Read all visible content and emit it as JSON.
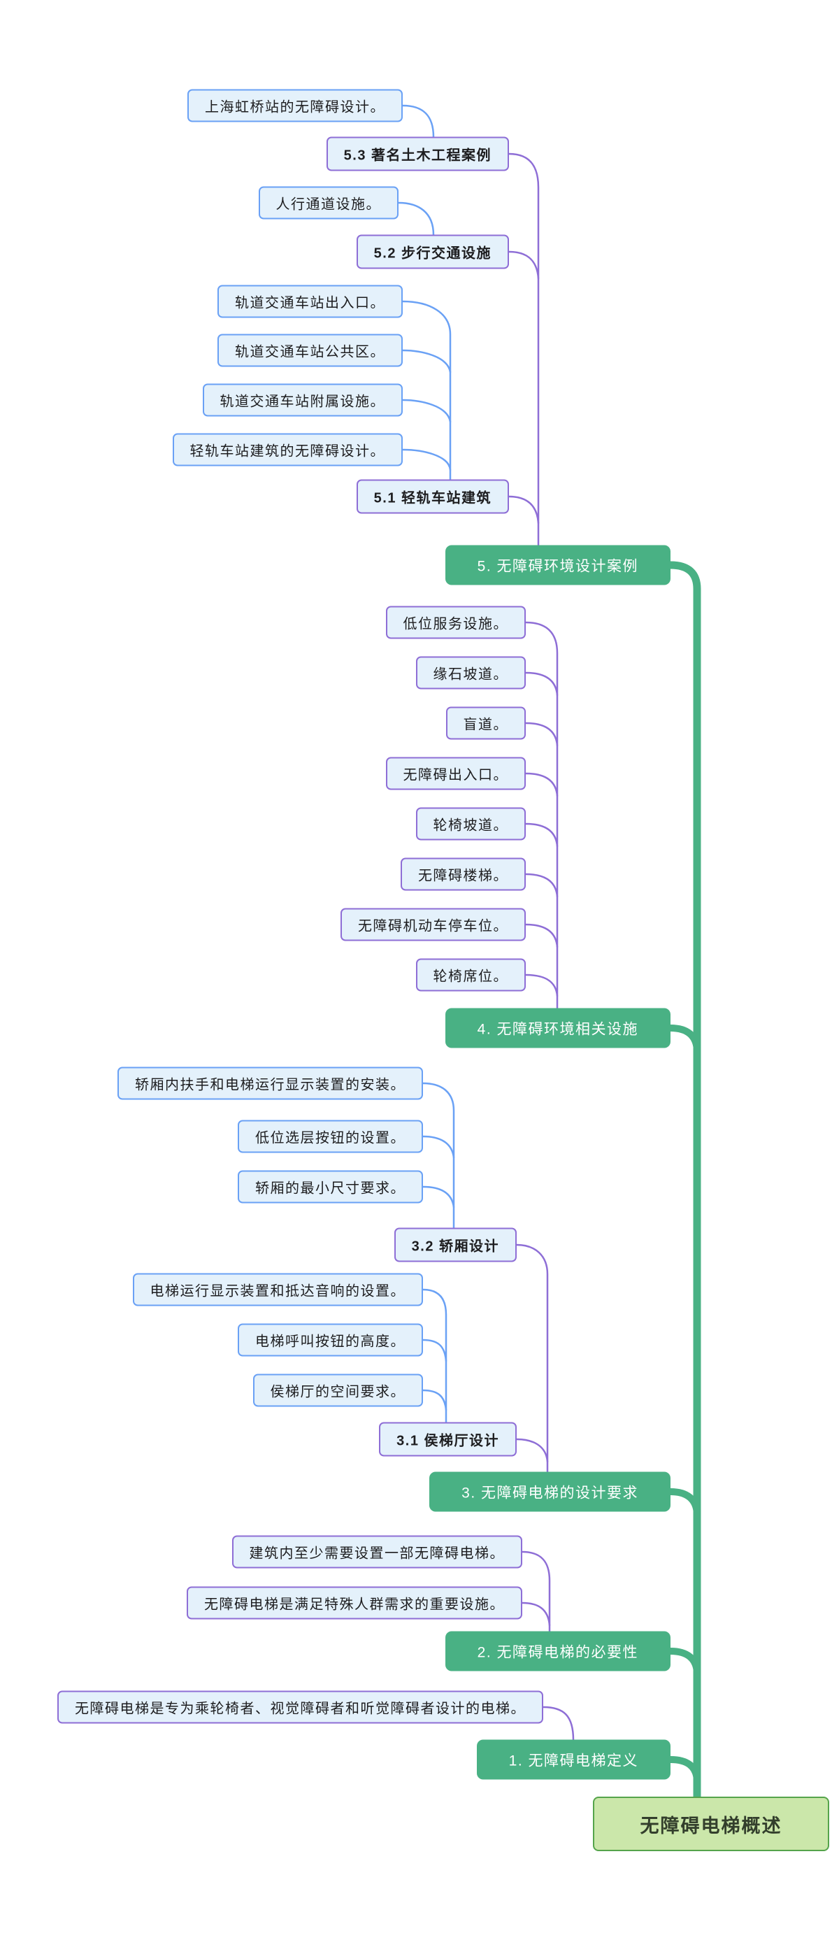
{
  "colors": {
    "branch_green": "#49b184",
    "level2_purple": "#8e6ed6",
    "level3_blue": "#6aa1f5",
    "node_fill_blue": "#e4f1fb",
    "section_fill_green": "#49b184",
    "section_text": "#ffffff",
    "root_fill": "#cbe7aa",
    "root_border": "#55a44b",
    "node_text": "#1d1d1f"
  },
  "mindmap": {
    "type": "mindmap",
    "root": {
      "id": "root",
      "label": "无障碍电梯概述",
      "children": [
        {
          "id": "sec5",
          "label": "5. 无障碍环境设计案例",
          "children": [
            {
              "id": "s53",
              "label": "5.3 著名土木工程案例",
              "children": [
                {
                  "id": "l531",
                  "label": "上海虹桥站的无障碍设计。"
                }
              ]
            },
            {
              "id": "s52",
              "label": "5.2 步行交通设施",
              "children": [
                {
                  "id": "l521",
                  "label": "人行通道设施。"
                }
              ]
            },
            {
              "id": "s51",
              "label": "5.1 轻轨车站建筑",
              "children": [
                {
                  "id": "l511",
                  "label": "轨道交通车站出入口。"
                },
                {
                  "id": "l512",
                  "label": "轨道交通车站公共区。"
                },
                {
                  "id": "l513",
                  "label": "轨道交通车站附属设施。"
                },
                {
                  "id": "l514",
                  "label": "轻轨车站建筑的无障碍设计。"
                }
              ]
            }
          ]
        },
        {
          "id": "sec4",
          "label": "4. 无障碍环境相关设施",
          "children": [
            {
              "id": "i41",
              "label": "低位服务设施。"
            },
            {
              "id": "i42",
              "label": "缘石坡道。"
            },
            {
              "id": "i43",
              "label": "盲道。"
            },
            {
              "id": "i44",
              "label": "无障碍出入口。"
            },
            {
              "id": "i45",
              "label": "轮椅坡道。"
            },
            {
              "id": "i46",
              "label": "无障碍楼梯。"
            },
            {
              "id": "i47",
              "label": "无障碍机动车停车位。"
            },
            {
              "id": "i48",
              "label": "轮椅席位。"
            }
          ]
        },
        {
          "id": "sec3",
          "label": "3. 无障碍电梯的设计要求",
          "children": [
            {
              "id": "s32",
              "label": "3.2 轿厢设计",
              "children": [
                {
                  "id": "l321",
                  "label": "轿厢内扶手和电梯运行显示装置的安装。"
                },
                {
                  "id": "l322",
                  "label": "低位选层按钮的设置。"
                },
                {
                  "id": "l323",
                  "label": "轿厢的最小尺寸要求。"
                }
              ]
            },
            {
              "id": "s31",
              "label": "3.1 侯梯厅设计",
              "children": [
                {
                  "id": "l311",
                  "label": "电梯运行显示装置和抵达音响的设置。"
                },
                {
                  "id": "l312",
                  "label": "电梯呼叫按钮的高度。"
                },
                {
                  "id": "l313",
                  "label": "侯梯厅的空间要求。"
                }
              ]
            }
          ]
        },
        {
          "id": "sec2",
          "label": "2. 无障碍电梯的必要性",
          "children": [
            {
              "id": "i21",
              "label": "建筑内至少需要设置一部无障碍电梯。"
            },
            {
              "id": "i22",
              "label": "无障碍电梯是满足特殊人群需求的重要设施。"
            }
          ]
        },
        {
          "id": "sec1",
          "label": "1. 无障碍电梯定义",
          "children": [
            {
              "id": "l111",
              "label": "无障碍电梯是专为乘轮椅者、视觉障碍者和听觉障碍者设计的电梯。"
            }
          ]
        }
      ]
    }
  }
}
